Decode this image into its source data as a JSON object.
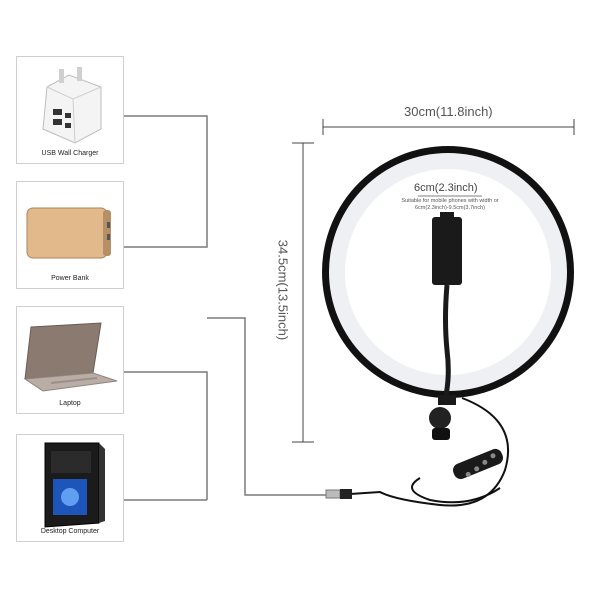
{
  "devices": [
    {
      "id": "charger",
      "label": "USB Wall Charger"
    },
    {
      "id": "powerbank",
      "label": "Power Bank"
    },
    {
      "id": "laptop",
      "label": "Laptop"
    },
    {
      "id": "desktop",
      "label": "Desktop Computer"
    }
  ],
  "ring_light": {
    "width_label": "30cm(11.8inch)",
    "height_label": "34.5cm(13.5inch)",
    "phone_width_label": "6cm(2.3inch)",
    "phone_note_line1": "Suitable for mobile phones with width or",
    "phone_note_line2": "6cm(2.3inch)-9.5cm(3.7inch)"
  },
  "colors": {
    "line": "#7a7a7a",
    "ring_outer": "#111111",
    "ring_inner": "#eef0f3",
    "powerbank_body": "#e2b98a"
  }
}
